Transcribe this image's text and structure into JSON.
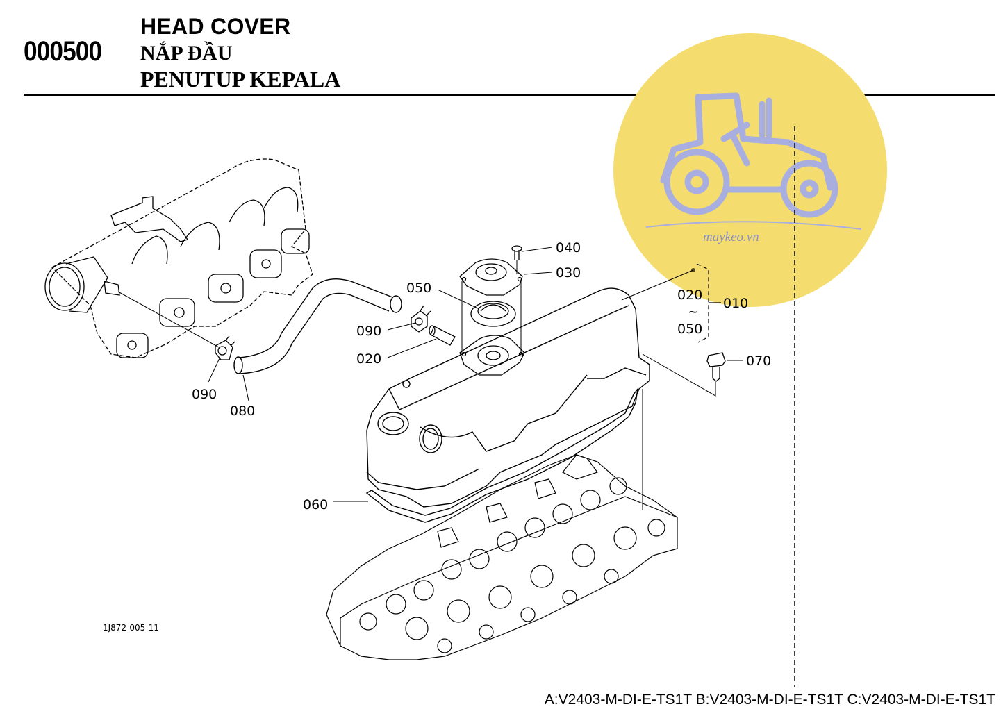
{
  "header": {
    "code": "000500",
    "title_en": "HEAD COVER",
    "title_vi": "NẮP ĐẦU",
    "title_id": "PENUTUP KEPALA"
  },
  "watermark": {
    "text": "maykeo.vn",
    "circle_color": "#f5dc6e",
    "logo_color": "#a9aee0"
  },
  "callouts": {
    "p040": "040",
    "p030": "030",
    "p050": "050",
    "p090_right": "090",
    "p020": "020",
    "p090_left": "090",
    "p080": "080",
    "p060": "060",
    "p070": "070",
    "range_start": "020",
    "range_tilde": "~",
    "range_end": "050",
    "p010": "010"
  },
  "figure_id": "1J872-005-11",
  "footer": "A:V2403-M-DI-E-TS1T B:V2403-M-DI-E-TS1T C:V2403-M-DI-E-TS1T"
}
